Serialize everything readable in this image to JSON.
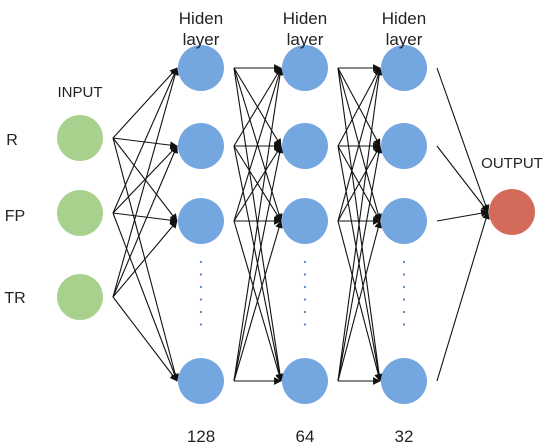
{
  "layers": {
    "input": {
      "title": "INPUT",
      "nodes": [
        "R",
        "FP",
        "TR"
      ]
    },
    "hidden": [
      {
        "title_line1": "Hiden",
        "title_line2": "layer",
        "count": "128"
      },
      {
        "title_line1": "Hiden",
        "title_line2": "layer",
        "count": "64"
      },
      {
        "title_line1": "Hiden",
        "title_line2": "layer",
        "count": "32"
      }
    ],
    "output": {
      "title": "OUTPUT"
    }
  },
  "colors": {
    "input_node": "#a9d18e",
    "hidden_node": "#74a6e0",
    "output_node": "#d46a5a",
    "edge": "#111111",
    "ellipsis": "#4a86c8"
  }
}
